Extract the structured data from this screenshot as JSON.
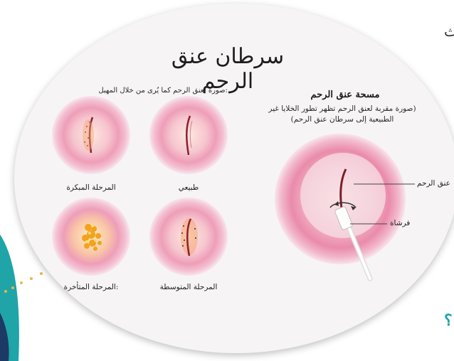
{
  "diagram": {
    "title": "سرطان عنق الرحم",
    "views_caption": ":صورة لعنق الرحم كما يُرى من خلال المهبل",
    "pap": {
      "title": "مسحة عنق الرحم",
      "description_line1": "(صورة مقربة لعنق الرحم تظهر تطور الخلايا غير",
      "description_line2": "الطبيعية إلى سرطان عنق الرحم)",
      "label_cervix": "عنق الرحم",
      "label_brush": "فرشاة"
    },
    "stages": {
      "normal": "طبيعي",
      "early": "المرحلة المبكرة",
      "middle": "المرحلة المتوسطة",
      "late": ":المرحلة المتأخرة"
    }
  },
  "edge": {
    "top_right_glyph": "ث",
    "bottom_right_glyph": "؟"
  },
  "colors": {
    "teal": "#1fa4a8",
    "dots": "#e8b84a",
    "pink": "#e889a8"
  }
}
